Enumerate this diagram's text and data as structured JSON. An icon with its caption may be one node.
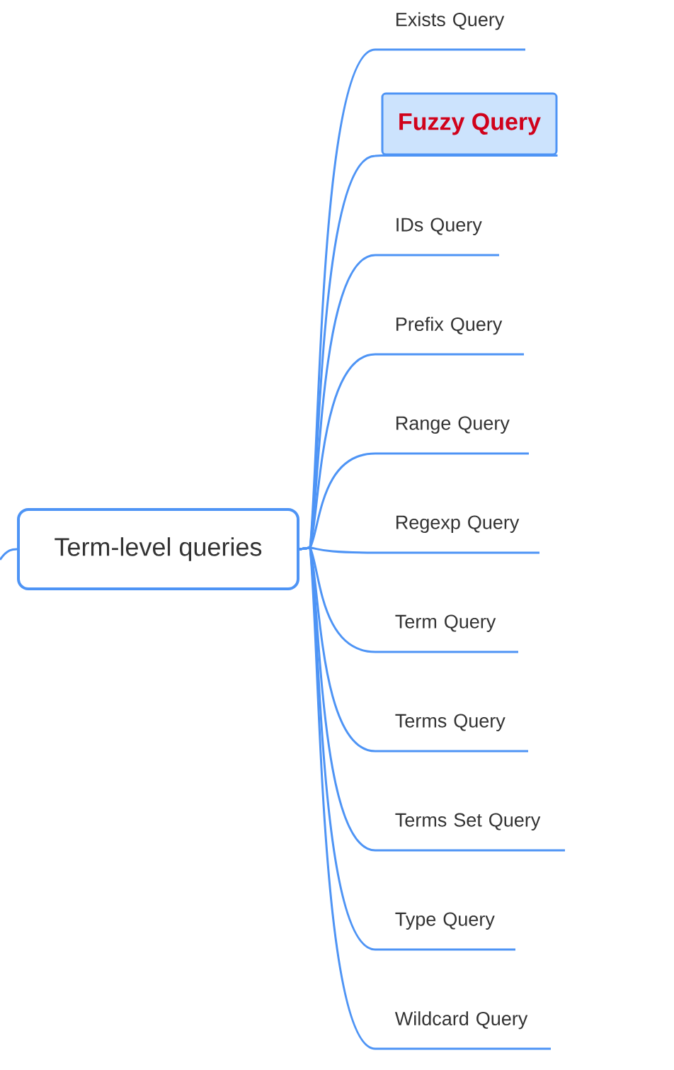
{
  "diagram": {
    "nodes": [
      {
        "text": [
          "Term-level queries"
        ]
      },
      {
        "text": [
          "Exists Query"
        ]
      },
      {
        "text": [
          "Fuzzy Query"
        ]
      },
      {
        "text": [
          "IDs Query"
        ]
      },
      {
        "text": [
          "Prefix Query"
        ]
      },
      {
        "text": [
          "Range Query"
        ]
      },
      {
        "text": [
          "Regexp Query"
        ]
      },
      {
        "text": [
          "Term Query"
        ]
      },
      {
        "text": [
          "Terms Query"
        ]
      },
      {
        "text": [
          "Terms Set Query"
        ]
      },
      {
        "text": [
          "Type Query"
        ]
      },
      {
        "text": [
          "Wildcard Query"
        ]
      }
    ],
    "edges": [
      {
        "from": null,
        "to": 0,
        "arrow": "none"
      },
      {
        "from": 0,
        "to": 1,
        "arrow": "none"
      },
      {
        "from": 0,
        "to": 2,
        "arrow": "none"
      },
      {
        "from": 0,
        "to": 3,
        "arrow": "none"
      },
      {
        "from": 0,
        "to": 4,
        "arrow": "none"
      },
      {
        "from": 0,
        "to": 5,
        "arrow": "none"
      },
      {
        "from": 0,
        "to": 6,
        "arrow": "none"
      },
      {
        "from": 0,
        "to": 7,
        "arrow": "none"
      },
      {
        "from": 0,
        "to": 8,
        "arrow": "none"
      },
      {
        "from": 0,
        "to": 9,
        "arrow": "none"
      },
      {
        "from": 0,
        "to": 10,
        "arrow": "none"
      },
      {
        "from": 0,
        "to": 11,
        "arrow": "none"
      }
    ]
  }
}
